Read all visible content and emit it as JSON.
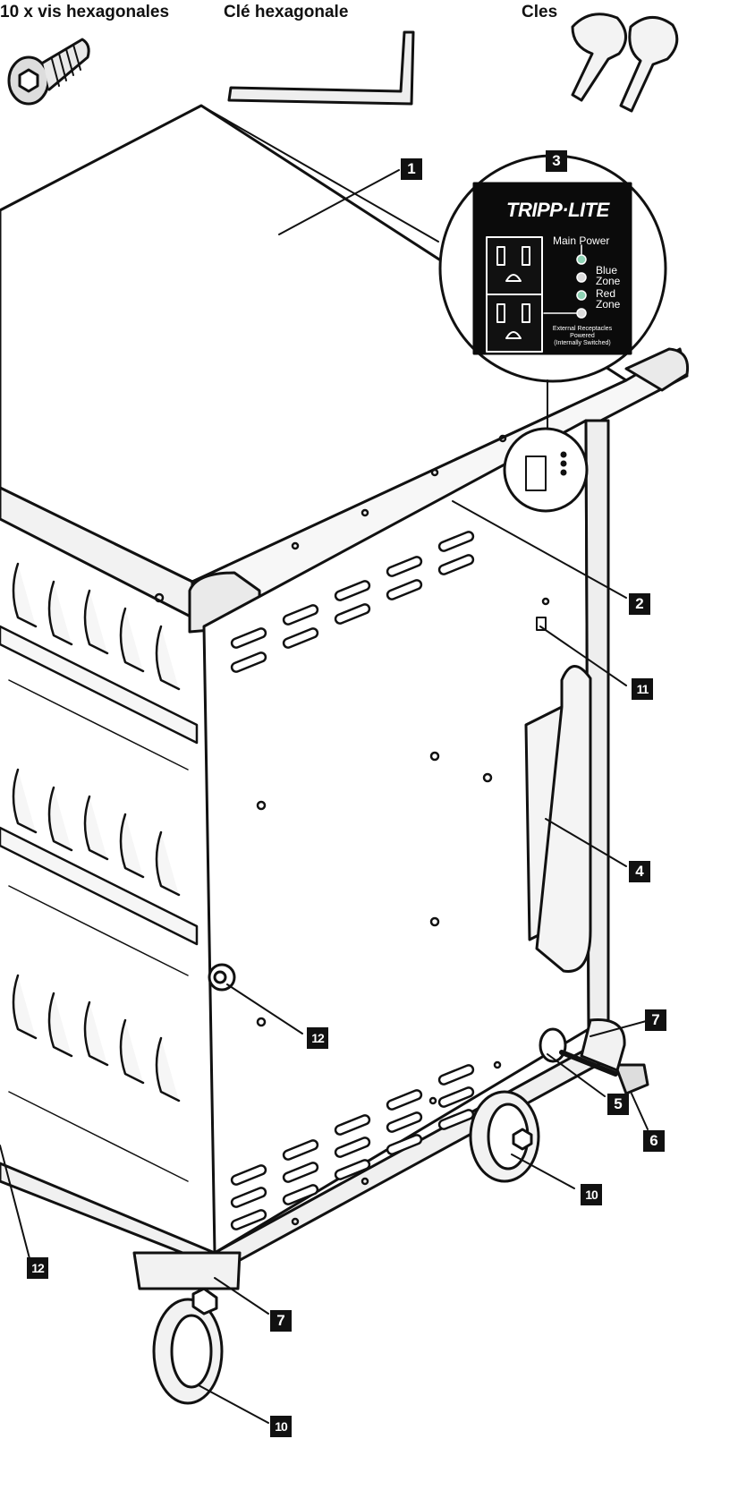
{
  "accessories": {
    "screws_label": "10 x vis hexagonales",
    "hex_key_label": "Clé hexagonale",
    "keys_label": "Cles"
  },
  "callouts": [
    {
      "id": "c1",
      "text": "1"
    },
    {
      "id": "c2",
      "text": "2"
    },
    {
      "id": "c3",
      "text": "3"
    },
    {
      "id": "c4",
      "text": "4"
    },
    {
      "id": "c5",
      "text": "5"
    },
    {
      "id": "c6",
      "text": "6"
    },
    {
      "id": "c7a",
      "text": "7"
    },
    {
      "id": "c7b",
      "text": "7"
    },
    {
      "id": "c10a",
      "text": "10"
    },
    {
      "id": "c10b",
      "text": "10"
    },
    {
      "id": "c11",
      "text": "11"
    },
    {
      "id": "c12a",
      "text": "12"
    },
    {
      "id": "c12b",
      "text": "12"
    }
  ],
  "panel": {
    "brand": "TRIPP·LITE",
    "main_power": "Main Power",
    "blue_zone_1": "Blue",
    "blue_zone_2": "Zone",
    "red_zone_1": "Red",
    "red_zone_2": "Zone",
    "external_note_1": "External Receptacles",
    "external_note_2": "Powered",
    "external_note_3": "(Internally Switched)"
  }
}
